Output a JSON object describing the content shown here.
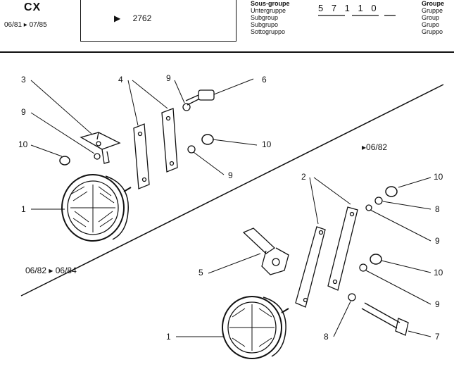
{
  "header": {
    "model": "CX",
    "date_range": "06/81 ▸ 07/85",
    "reference": "2762",
    "reference_marker": "▶",
    "subgroup_labels": [
      "Sous-groupe",
      "Untergruppe",
      "Subgroup",
      "Subgrupo",
      "Sottogruppo"
    ],
    "part_number": "5 7 1   1 0",
    "group_labels": [
      "Groupe",
      "Gruppe",
      "Group",
      "Grupo",
      "Gruppo"
    ]
  },
  "variants": {
    "upper": "06/82 ▸ 06/84",
    "lower": "▸06/82"
  },
  "callouts_upper": {
    "c3": "3",
    "c4": "4",
    "c9a": "9",
    "c6": "6",
    "c9b": "9",
    "c10a": "10",
    "c10b": "10",
    "c9c": "9",
    "c1": "1"
  },
  "callouts_lower": {
    "c2": "2",
    "c10a": "10",
    "c8a": "8",
    "c9a": "9",
    "c5": "5",
    "c10b": "10",
    "c9b": "9",
    "c1": "1",
    "c8b": "8",
    "c7": "7"
  }
}
